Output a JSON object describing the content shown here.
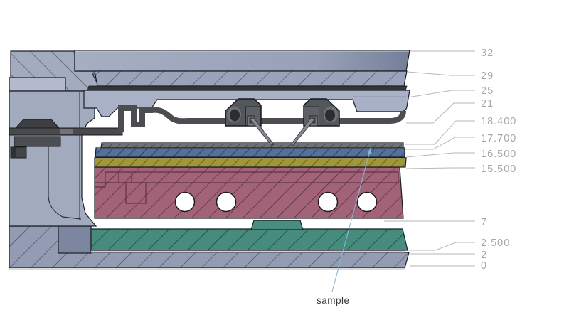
{
  "callouts": {
    "items": [
      {
        "text": "32"
      },
      {
        "text": "29"
      },
      {
        "text": "25"
      },
      {
        "text": "21"
      },
      {
        "text": "18.400"
      },
      {
        "text": "17.700"
      },
      {
        "text": "16.500"
      },
      {
        "text": "15.500"
      },
      {
        "text": "7"
      },
      {
        "text": "2.500"
      },
      {
        "text": "2"
      },
      {
        "text": "0"
      }
    ],
    "text_color": "#a7a7a7"
  },
  "annotations": {
    "sample": {
      "text": "sample",
      "text_color": "#3a3a3a",
      "leader_color": "#8ab6d8"
    }
  },
  "colors": {
    "housing": "#a2aabe",
    "housing_hatch_bg": "#9ba3ba",
    "top_left_hatch_bg": "#a3abbf",
    "base_hatch_bg": "#949cb4",
    "blue_layer": "#54719b",
    "yellow_layer": "#a0963a",
    "maroon_layer": "#a26379",
    "teal_layer": "#478b7c",
    "sample_layer_gray": "#6e7175",
    "metal_dark": "#4b4d51"
  }
}
